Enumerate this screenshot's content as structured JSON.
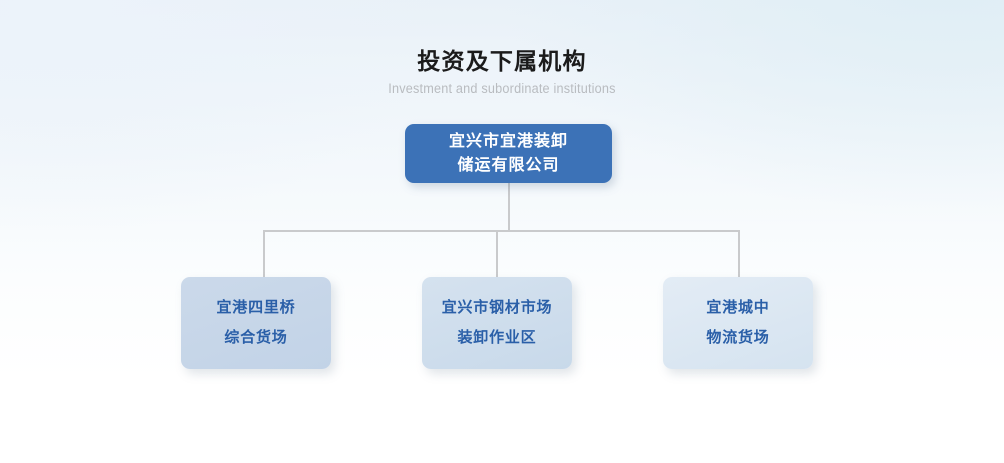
{
  "heading": {
    "title": "投资及下属机构",
    "subtitle": "Investment and subordinate institutions"
  },
  "chart": {
    "root": {
      "lines": [
        "宜兴市宜港装卸",
        "储运有限公司"
      ]
    },
    "children": [
      {
        "lines": [
          "宜港四里桥",
          "综合货场"
        ]
      },
      {
        "lines": [
          "宜兴市钢材市场",
          "装卸作业区"
        ]
      },
      {
        "lines": [
          "宜港城中",
          "物流货场"
        ]
      }
    ]
  },
  "colors": {
    "root_fill": "#3c72b7",
    "root_text": "#ffffff",
    "child_text": "#2a5fa8",
    "connector": "#c9cacc",
    "title_text": "#1b1b1b",
    "subtitle_text": "#b9bcc0"
  }
}
